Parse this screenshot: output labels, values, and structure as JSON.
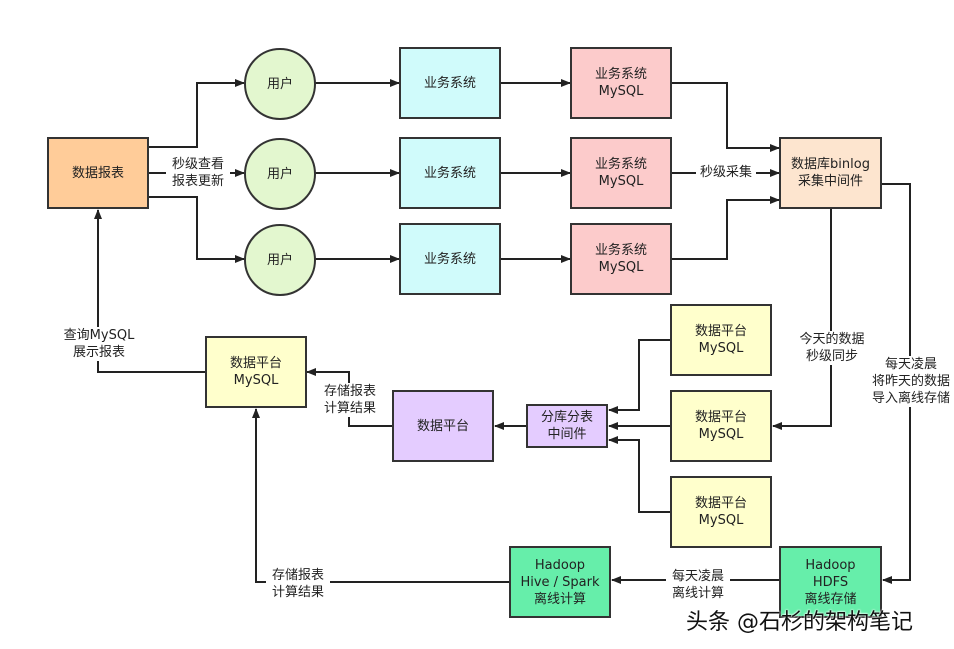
{
  "nodes": {
    "report": "数据报表",
    "user1": "用户",
    "user2": "用户",
    "user3": "用户",
    "biz1": "业务系统",
    "biz2": "业务系统",
    "biz3": "业务系统",
    "mysql1": "业务系统\nMySQL",
    "mysql2": "业务系统\nMySQL",
    "mysql3": "业务系统\nMySQL",
    "binlog": "数据库binlog\n采集中间件",
    "dp_mysql_1": "数据平台\nMySQL",
    "dp_mysql_2": "数据平台\nMySQL",
    "dp_mysql_3": "数据平台\nMySQL",
    "shard": "分库分表\n中间件",
    "dp": "数据平台",
    "dp_mysql_main": "数据平台\nMySQL",
    "hadoop_spark": "Hadoop\nHive / Spark\n离线计算",
    "hadoop_hdfs": "Hadoop\nHDFS\n离线存储"
  },
  "labels": {
    "query": "秒级查看\n报表更新",
    "collect": "秒级采集",
    "today": "今天的数据\n秒级同步",
    "nightly_import": "每天凌晨\n将昨天的数据\n导入离线存储",
    "store_result_1": "存储报表\n计算结果",
    "query_mysql": "查询MySQL\n展示报表",
    "nightly_compute": "每天凌晨\n离线计算",
    "store_result_2": "存储报表\n计算结果"
  },
  "watermark": "头条 @石杉的架构笔记"
}
